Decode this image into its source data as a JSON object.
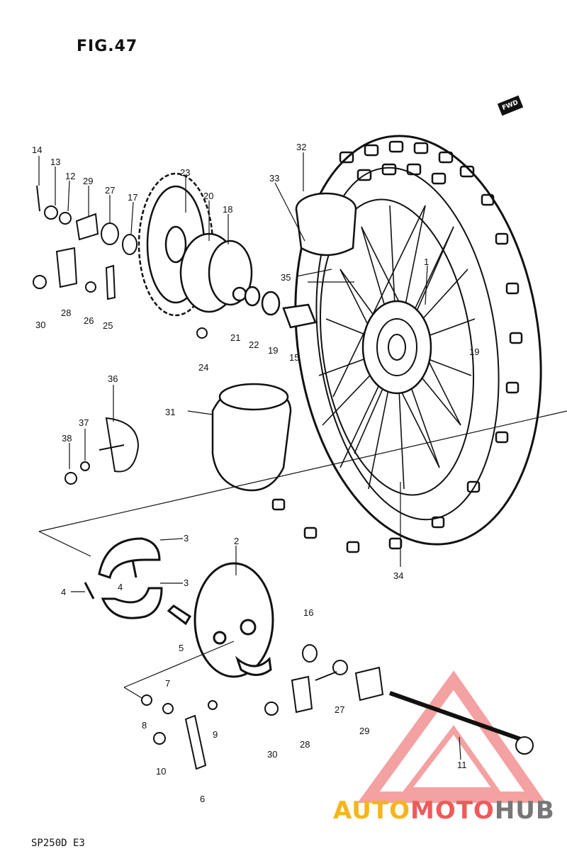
{
  "figure": {
    "title": "FIG.47",
    "model": "SP250D E3",
    "fwd_label": "FWD",
    "watermark": {
      "part1": "AUTO",
      "part2": "MOTO",
      "part3": "HUB"
    }
  },
  "callouts": {
    "c1": "1",
    "c2": "2",
    "c3a": "3",
    "c3b": "3",
    "c4a": "4",
    "c4b": "4",
    "c5": "5",
    "c6": "6",
    "c7": "7",
    "c8": "8",
    "c9": "9",
    "c10": "10",
    "c11": "11",
    "c12": "12",
    "c13": "13",
    "c14": "14",
    "c15": "15",
    "c16": "16",
    "c17": "17",
    "c18": "18",
    "c19a": "19",
    "c19b": "19",
    "c20": "20",
    "c21": "21",
    "c22": "22",
    "c23": "23",
    "c24": "24",
    "c25": "25",
    "c26": "26",
    "c27a": "27",
    "c27b": "27",
    "c28a": "28",
    "c28b": "28",
    "c29a": "29",
    "c29b": "29",
    "c30a": "30",
    "c30b": "30",
    "c31": "31",
    "c32": "32",
    "c33": "33",
    "c34": "34",
    "c35": "35",
    "c36": "36",
    "c37": "37",
    "c38": "38"
  },
  "colors": {
    "line": "#111111",
    "watermark_red": "#ef5a5a",
    "watermark_yellow": "#f5b51b",
    "watermark_grey": "#777777"
  }
}
